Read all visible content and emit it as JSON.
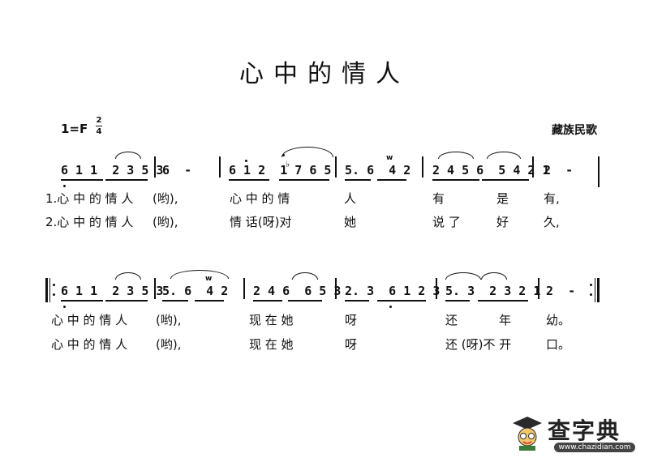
{
  "score": {
    "title": "心中的情人",
    "key": "1=F",
    "time_sig_top": "2",
    "time_sig_bottom": "4",
    "attribution": "藏族民歌"
  },
  "line1": {
    "notes": [
      "6 1 1  2 3 5 3",
      "6  -",
      "6 1 2  1 7 6 5",
      "5. 6  4 2",
      "2 4 5 6  5 4 2 1",
      "2  -"
    ],
    "flat_sign": "♭",
    "lyrics_verse1": [
      "1.心 中 的 情 人",
      "(哟),",
      "心 中 的 情",
      "人",
      "有",
      "是",
      "有,"
    ],
    "lyrics_verse2": [
      "2.心 中 的 情 人",
      "(哟),",
      "情 话(呀)对",
      "她",
      "说 了",
      "好",
      "久,"
    ]
  },
  "line2": {
    "notes": [
      "6 1 1  2 3 5 3",
      "5. 6  4 2",
      "2 4 6  6 5 3",
      "2. 3  6 1 2 3",
      "5. 3  2 3 2 1",
      "2  -"
    ],
    "lyrics_verse1": [
      "心 中 的 情 人",
      "(哟),",
      "现 在 她",
      "呀",
      "还",
      "年",
      "幼。"
    ],
    "lyrics_verse2": [
      "心 中 的 情 人",
      "(哟),",
      "现 在 她",
      "呀",
      "还 (呀)不 开",
      "口。"
    ]
  },
  "watermark": {
    "brand": "查字典",
    "url": "www.chazidian.com"
  }
}
